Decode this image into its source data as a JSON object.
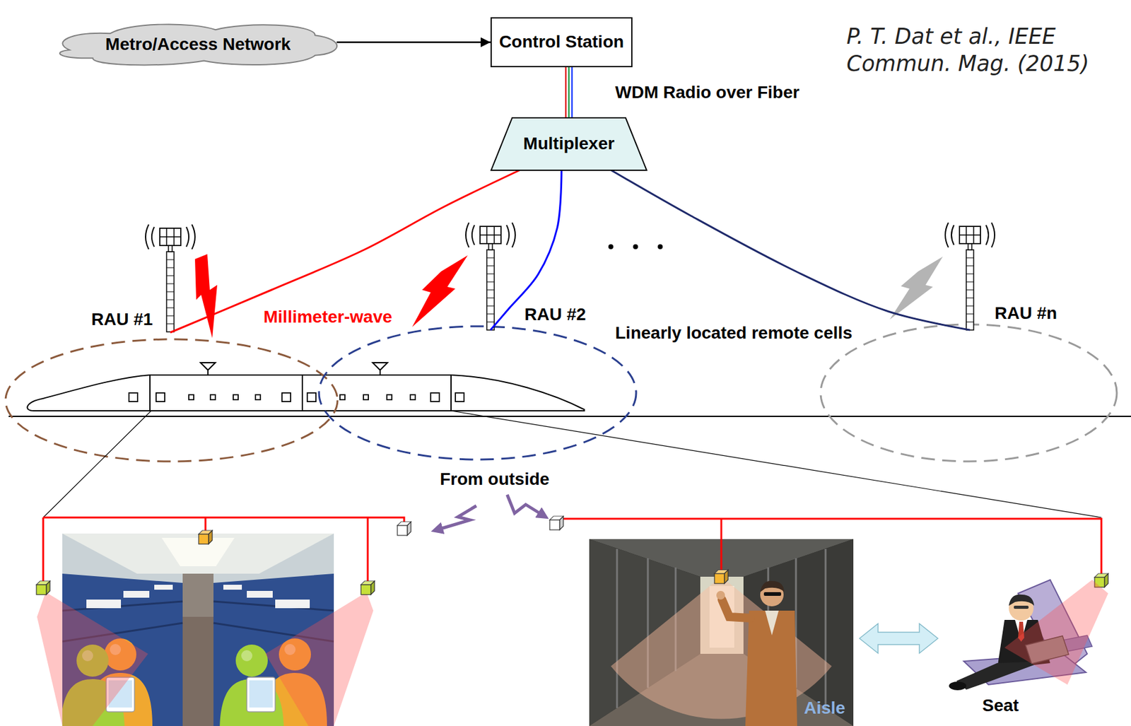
{
  "diagram": {
    "nodes": [
      {
        "text": [
          "Metro/Access Network"
        ]
      },
      {
        "text": [
          "Control Station"
        ]
      },
      {
        "text": [
          "Multiplexer"
        ]
      },
      {
        "text": [
          "RAU #1"
        ]
      },
      {
        "text": [
          "RAU #2"
        ]
      },
      {
        "text": [
          "RAU #n"
        ]
      }
    ],
    "edges": [
      {
        "from": 0,
        "to": 1,
        "arrow": "to"
      },
      {
        "from": 1,
        "to": 2,
        "label": "WDM Radio over Fiber",
        "arrow": "none"
      },
      {
        "from": 2,
        "to": 3,
        "arrow": "none"
      },
      {
        "from": 2,
        "to": 4,
        "arrow": "none"
      },
      {
        "from": 2,
        "to": 5,
        "arrow": "none"
      }
    ],
    "labels": [
      "P. T. Dat et al., IEEE Commun. Mag. (2015)",
      "Millimeter-wave",
      "Linearly located remote cells",
      "From outside",
      "Aisle",
      "Seat"
    ]
  }
}
